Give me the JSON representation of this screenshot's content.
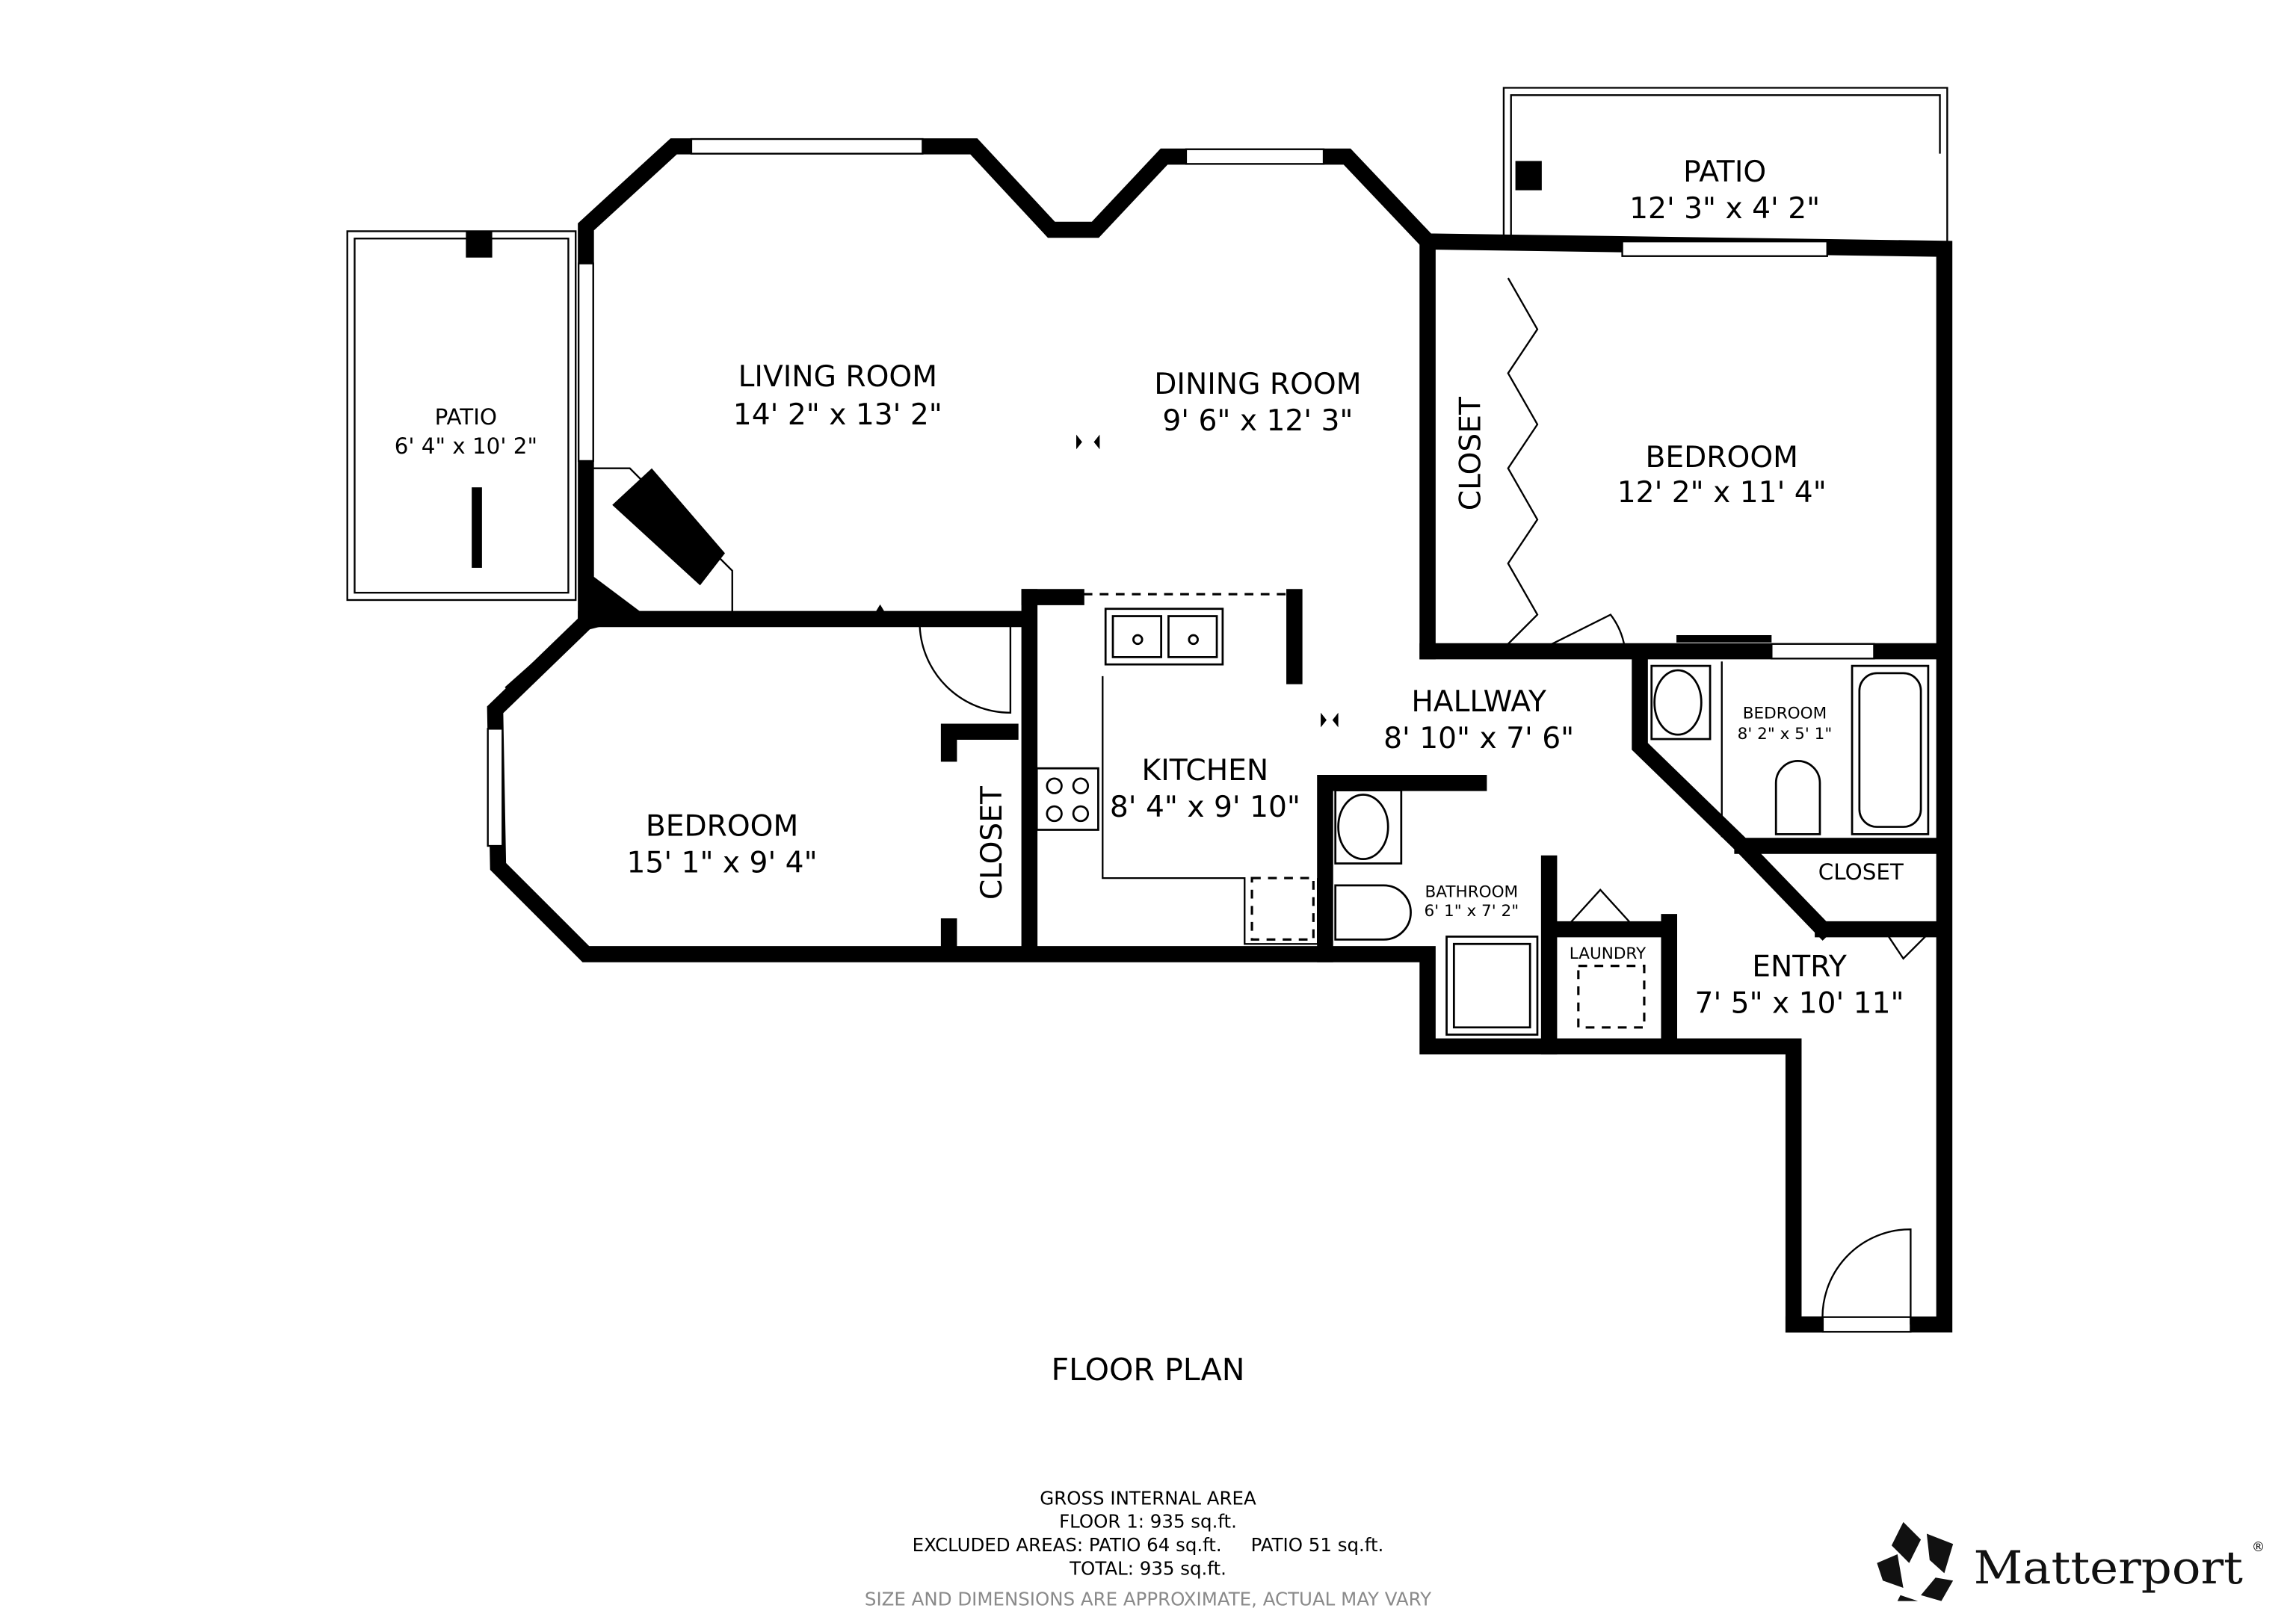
{
  "title": "FLOOR PLAN",
  "rooms": {
    "living_room": {
      "name": "LIVING ROOM",
      "size": "14' 2\" x 13' 2\""
    },
    "dining_room": {
      "name": "DINING ROOM",
      "size": "9' 6\" x 12' 3\""
    },
    "patio_left": {
      "name": "PATIO",
      "size": "6' 4\" x 10' 2\""
    },
    "patio_top": {
      "name": "PATIO",
      "size": "12' 3\" x 4' 2\""
    },
    "closet_top": {
      "name": "CLOSET"
    },
    "bedroom_main": {
      "name": "BEDROOM",
      "size": "12' 2\" x 11' 4\""
    },
    "bedroom_left": {
      "name": "BEDROOM",
      "size": "15' 1\" x 9' 4\""
    },
    "closet_left": {
      "name": "CLOSET"
    },
    "kitchen": {
      "name": "KITCHEN",
      "size": "8' 4\" x 9' 10\""
    },
    "hallway": {
      "name": "HALLWAY",
      "size": "8' 10\" x 7' 6\""
    },
    "bedroom_bath": {
      "name": "BEDROOM",
      "size": "8' 2\" x 5' 1\""
    },
    "bathroom": {
      "name": "BATHROOM",
      "size": "6' 1\" x 7' 2\""
    },
    "closet_entry": {
      "name": "CLOSET"
    },
    "laundry": {
      "name": "LAUNDRY"
    },
    "entry": {
      "name": "ENTRY",
      "size": "7' 5\" x 10' 11\""
    }
  },
  "footer": {
    "line1": "GROSS INTERNAL AREA",
    "line2": "FLOOR 1: 935 sq.ft.",
    "line3": "EXCLUDED AREAS: PATIO 64 sq.ft.     PATIO 51 sq.ft.",
    "line4": "TOTAL: 935 sq.ft.",
    "disclaimer": "SIZE AND DIMENSIONS ARE APPROXIMATE, ACTUAL MAY VARY"
  },
  "brand": {
    "name": "Matterport",
    "mark": "®"
  }
}
